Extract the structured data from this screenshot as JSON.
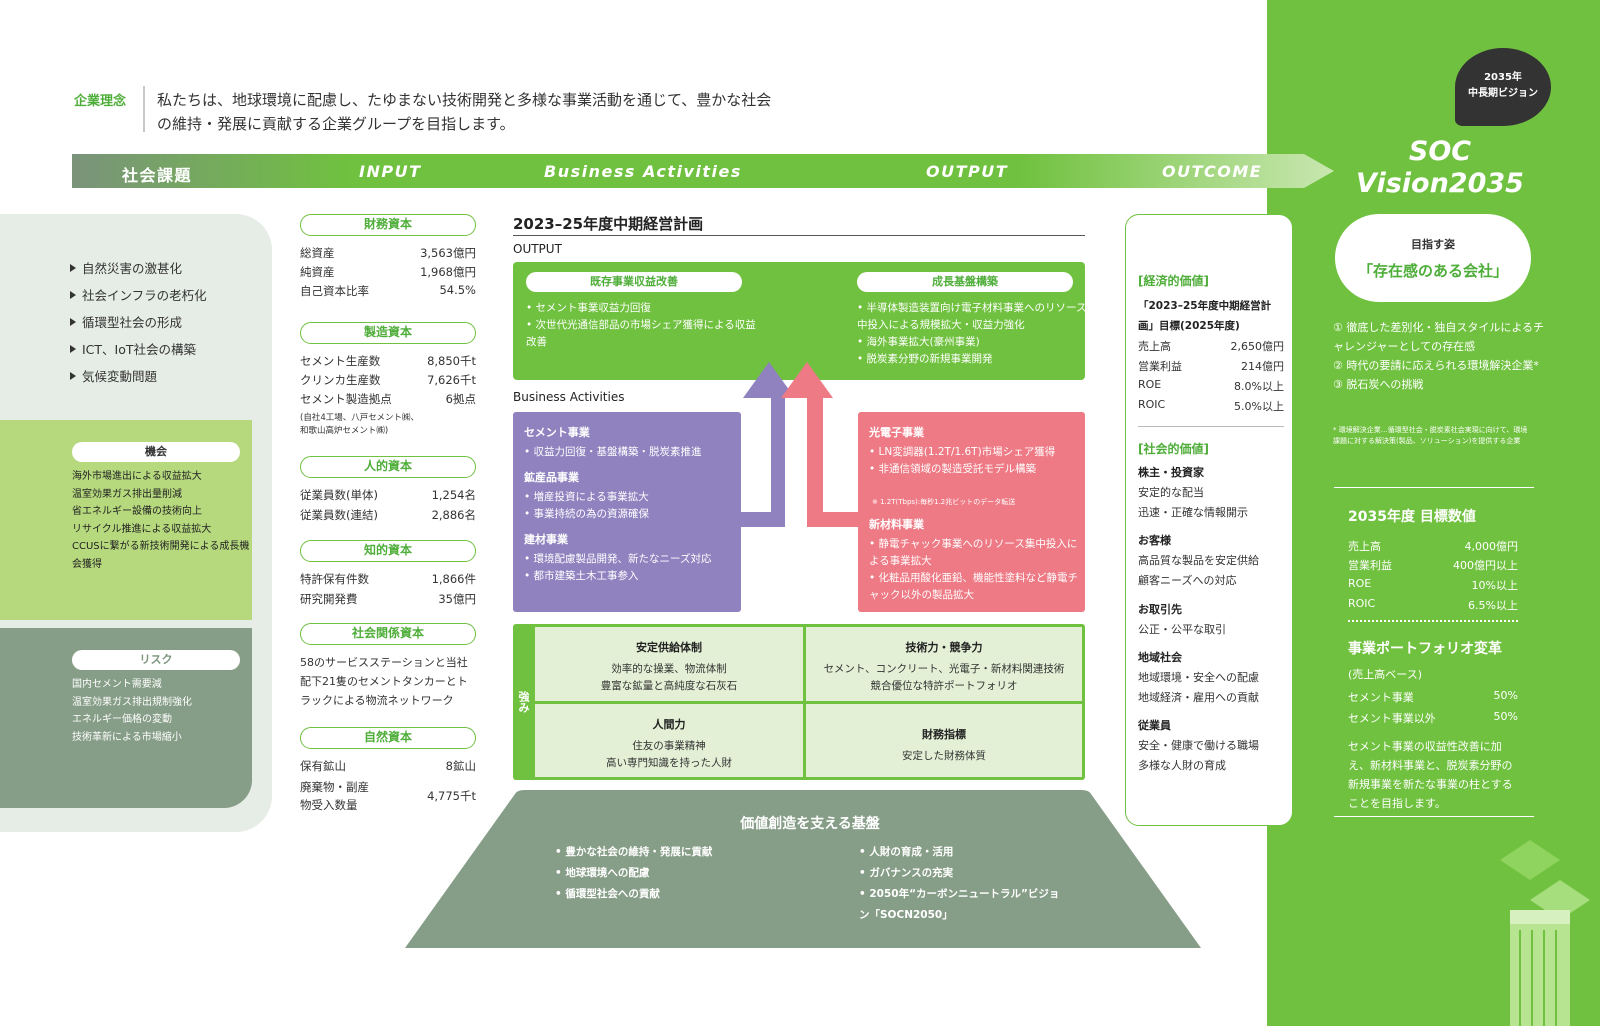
{
  "philosophy": {
    "label": "企業理念",
    "text": "私たちは、地球環境に配慮し、たゆまない技術開発と多様な事業活動を通じて、豊かな社会の維持・発展に貢献する企業グループを目指します。"
  },
  "flow": {
    "social_issues": "社会課題",
    "input": "INPUT",
    "business": "Business Activities",
    "output": "OUTPUT",
    "outcome": "OUTCOME"
  },
  "social_issues": {
    "items": [
      "自然災害の激甚化",
      "社会インフラの老朽化",
      "循環型社会の形成",
      "ICT、IoT社会の構築",
      "気候変動問題"
    ],
    "opportunities": {
      "title": "機会",
      "items": [
        "海外市場進出による収益拡大",
        "温室効果ガス排出量削減",
        "省エネルギー設備の技術向上",
        "リサイクル推進による収益拡大",
        "CCUSに繋がる新技術開発による成長機会獲得"
      ]
    },
    "risks": {
      "title": "リスク",
      "items": [
        "国内セメント需要減",
        "温室効果ガス排出規制強化",
        "エネルギー価格の変動",
        "技術革新による市場縮小"
      ]
    }
  },
  "inputs": {
    "financial": {
      "title": "財務資本",
      "rows": [
        [
          "総資産",
          "3,563億円"
        ],
        [
          "純資産",
          "1,968億円"
        ],
        [
          "自己資本比率",
          "54.5%"
        ]
      ]
    },
    "manufactured": {
      "title": "製造資本",
      "rows": [
        [
          "セメント生産数",
          "8,850千t"
        ],
        [
          "クリンカ生産数",
          "7,626千t"
        ],
        [
          "セメント製造拠点",
          "6拠点"
        ]
      ],
      "note": "(自社4工場、八戸セメント㈱、和歌山高炉セメント㈱)"
    },
    "human": {
      "title": "人的資本",
      "rows": [
        [
          "従業員数(単体)",
          "1,254名"
        ],
        [
          "従業員数(連結)",
          "2,886名"
        ]
      ]
    },
    "intellectual": {
      "title": "知的資本",
      "rows": [
        [
          "特許保有件数",
          "1,866件"
        ],
        [
          "研究開発費",
          "35億円"
        ]
      ]
    },
    "social": {
      "title": "社会関係資本",
      "text": "58のサービスステーションと当社配下21隻のセメントタンカーとトラックによる物流ネットワーク"
    },
    "natural": {
      "title": "自然資本",
      "rows": [
        [
          "保有鉱山",
          "8鉱山"
        ],
        [
          "廃棄物・副産物受入数量",
          "4,775千t"
        ]
      ]
    }
  },
  "plan": {
    "title": "2023–25年度中期経営計画",
    "output_label": "OUTPUT",
    "output_left": {
      "title": "既存事業収益改善",
      "items": [
        "セメント事業収益力回復",
        "次世代光通信部品の市場シェア獲得による収益改善"
      ]
    },
    "output_right": {
      "title": "成長基盤構築",
      "items": [
        "半導体製造装置向け電子材料事業へのリソース集中投入による規模拡大・収益力強化",
        "海外事業拡大(豪州事業)",
        "脱炭素分野の新規事業開発"
      ]
    },
    "ba_label": "Business Activities",
    "cement": {
      "h1": "セメント事業",
      "l1": [
        "収益力回復・基盤構築・脱炭素推進"
      ],
      "h2": "鉱産品事業",
      "l2": [
        "増産投資による事業拡大",
        "事業持続の為の資源確保"
      ],
      "h3": "建材事業",
      "l3": [
        "環境配慮製品開発、新たなニーズ対応",
        "都市建築土木工事参入"
      ]
    },
    "photonics": {
      "h1": "光電子事業",
      "l1": [
        "LN変調器(1.2T/1.6T)市場シェア獲得",
        "非通信領域の製造受託モデル構築"
      ],
      "note": "※ 1.2T(Tbps):毎秒1.2兆ビットのデータ転送",
      "h2": "新材料事業",
      "l2": [
        "静電チャック事業へのリソース集中投入による事業拡大",
        "化粧品用酸化亜鉛、機能性塗料など静電チャック以外の製品拡大"
      ]
    },
    "strengths": {
      "label": "強み",
      "cells": [
        {
          "title": "安定供給体制",
          "body": "効率的な操業、物流体制\n豊富な鉱量と高純度な石灰石"
        },
        {
          "title": "技術力・競争力",
          "body": "セメント、コンクリート、光電子・新材料関連技術\n競合優位な特許ポートフォリオ"
        },
        {
          "title": "人間力",
          "body": "住友の事業精神\n高い専門知識を持った人財"
        },
        {
          "title": "財務指標",
          "body": "安定した財務体質"
        }
      ]
    }
  },
  "foundation": {
    "title": "価値創造を支える基盤",
    "left": [
      "豊かな社会の維持・発展に貢献",
      "地球環境への配慮",
      "循環型社会への貢献"
    ],
    "right": [
      "人財の育成・活用",
      "ガバナンスの充実",
      "2050年“カーボンニュートラル”ビジョン「SOCN2050」"
    ]
  },
  "outcome": {
    "economic_title": "[経済的価値]",
    "economic_sub": "「2023–25年度中期経営計画」目標(2025年度)",
    "economic_rows": [
      [
        "売上高",
        "2,650億円"
      ],
      [
        "営業利益",
        "214億円"
      ],
      [
        "ROE",
        "8.0%以上"
      ],
      [
        "ROIC",
        "5.0%以上"
      ]
    ],
    "social_title": "[社会的価値]",
    "groups": [
      {
        "title": "株主・投資家",
        "items": [
          "安定的な配当",
          "迅速・正確な情報開示"
        ]
      },
      {
        "title": "お客様",
        "items": [
          "高品質な製品を安定供給",
          "顧客ニーズへの対応"
        ]
      },
      {
        "title": "お取引先",
        "items": [
          "公正・公平な取引"
        ]
      },
      {
        "title": "地域社会",
        "items": [
          "地域環境・安全への配慮",
          "地域経済・雇用への貢献"
        ]
      },
      {
        "title": "従業員",
        "items": [
          "安全・健康で働ける職場",
          "多様な人財の育成"
        ]
      }
    ]
  },
  "vision": {
    "bubble": "2035年\n中長期ビジョン",
    "title": "SOC\nVision2035",
    "goal_label": "目指す姿",
    "goal": "「存在感のある会社」",
    "points": [
      "① 徹底した差別化・独自スタイルによるチャレンジャーとしての存在感",
      "② 時代の要請に応えられる環境解決企業*",
      "③ 脱石炭への挑戦"
    ],
    "note": "* 環境解決企業…循環型社会・脱炭素社会実現に向けて、環境課題に対する解決策(製品、ソリューション)を提供する企業",
    "targets_title": "2035年度 目標数値",
    "targets": [
      [
        "売上高",
        "4,000億円"
      ],
      [
        "営業利益",
        "400億円以上"
      ],
      [
        "ROE",
        "10%以上"
      ],
      [
        "ROIC",
        "6.5%以上"
      ]
    ],
    "portfolio_title": "事業ポートフォリオ変革",
    "portfolio_base": "(売上高ベース)",
    "portfolio": [
      [
        "セメント事業",
        "50%"
      ],
      [
        "セメント事業以外",
        "50%"
      ]
    ],
    "portfolio_text": "セメント事業の収益性改善に加え、新材料事業と、脱炭素分野の新規事業を新たな事業の柱とすることを目指します。"
  },
  "colors": {
    "green": "#70c13f",
    "purple": "#8f82bf",
    "pink": "#ee7a85",
    "gray_green": "#869d87"
  }
}
